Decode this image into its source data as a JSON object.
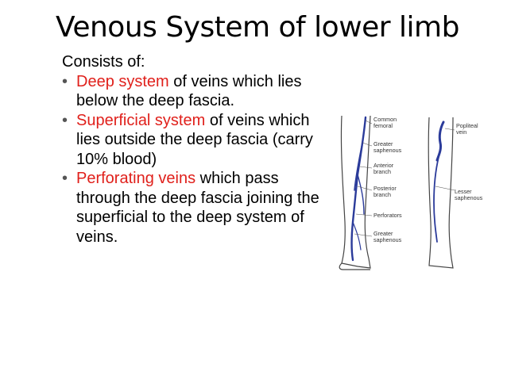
{
  "slide": {
    "title": "Venous System of lower limb",
    "intro": "Consists of:",
    "bullets": [
      {
        "highlight": "Deep system",
        "rest": " of veins which lies below the deep fascia."
      },
      {
        "highlight": "Superficial system",
        "rest": " of veins which lies outside the deep fascia (carry 10% blood)"
      },
      {
        "highlight": "Perforating veins",
        "rest": " which pass  through the deep fascia  joining the superficial to the  deep system of veins."
      }
    ],
    "colors": {
      "highlight": "#e0201b",
      "vein": "#2b3b9a"
    }
  },
  "figure": {
    "labels_left": {
      "common_femoral_1": "Common",
      "common_femoral_2": "femoral",
      "greater_saphenous_1": "Greater",
      "greater_saphenous_2": "saphenous",
      "anterior_branch_1": "Anterior",
      "anterior_branch_2": "branch",
      "posterior_branch_1": "Posterior",
      "posterior_branch_2": "branch",
      "perforators": "Perforators",
      "greater_saphenous_lower_1": "Greater",
      "greater_saphenous_lower_2": "saphenous"
    },
    "labels_right": {
      "popliteal_vein_1": "Popliteal",
      "popliteal_vein_2": "vein",
      "lesser_saphenous_1": "Lesser",
      "lesser_saphenous_2": "saphenous"
    }
  }
}
